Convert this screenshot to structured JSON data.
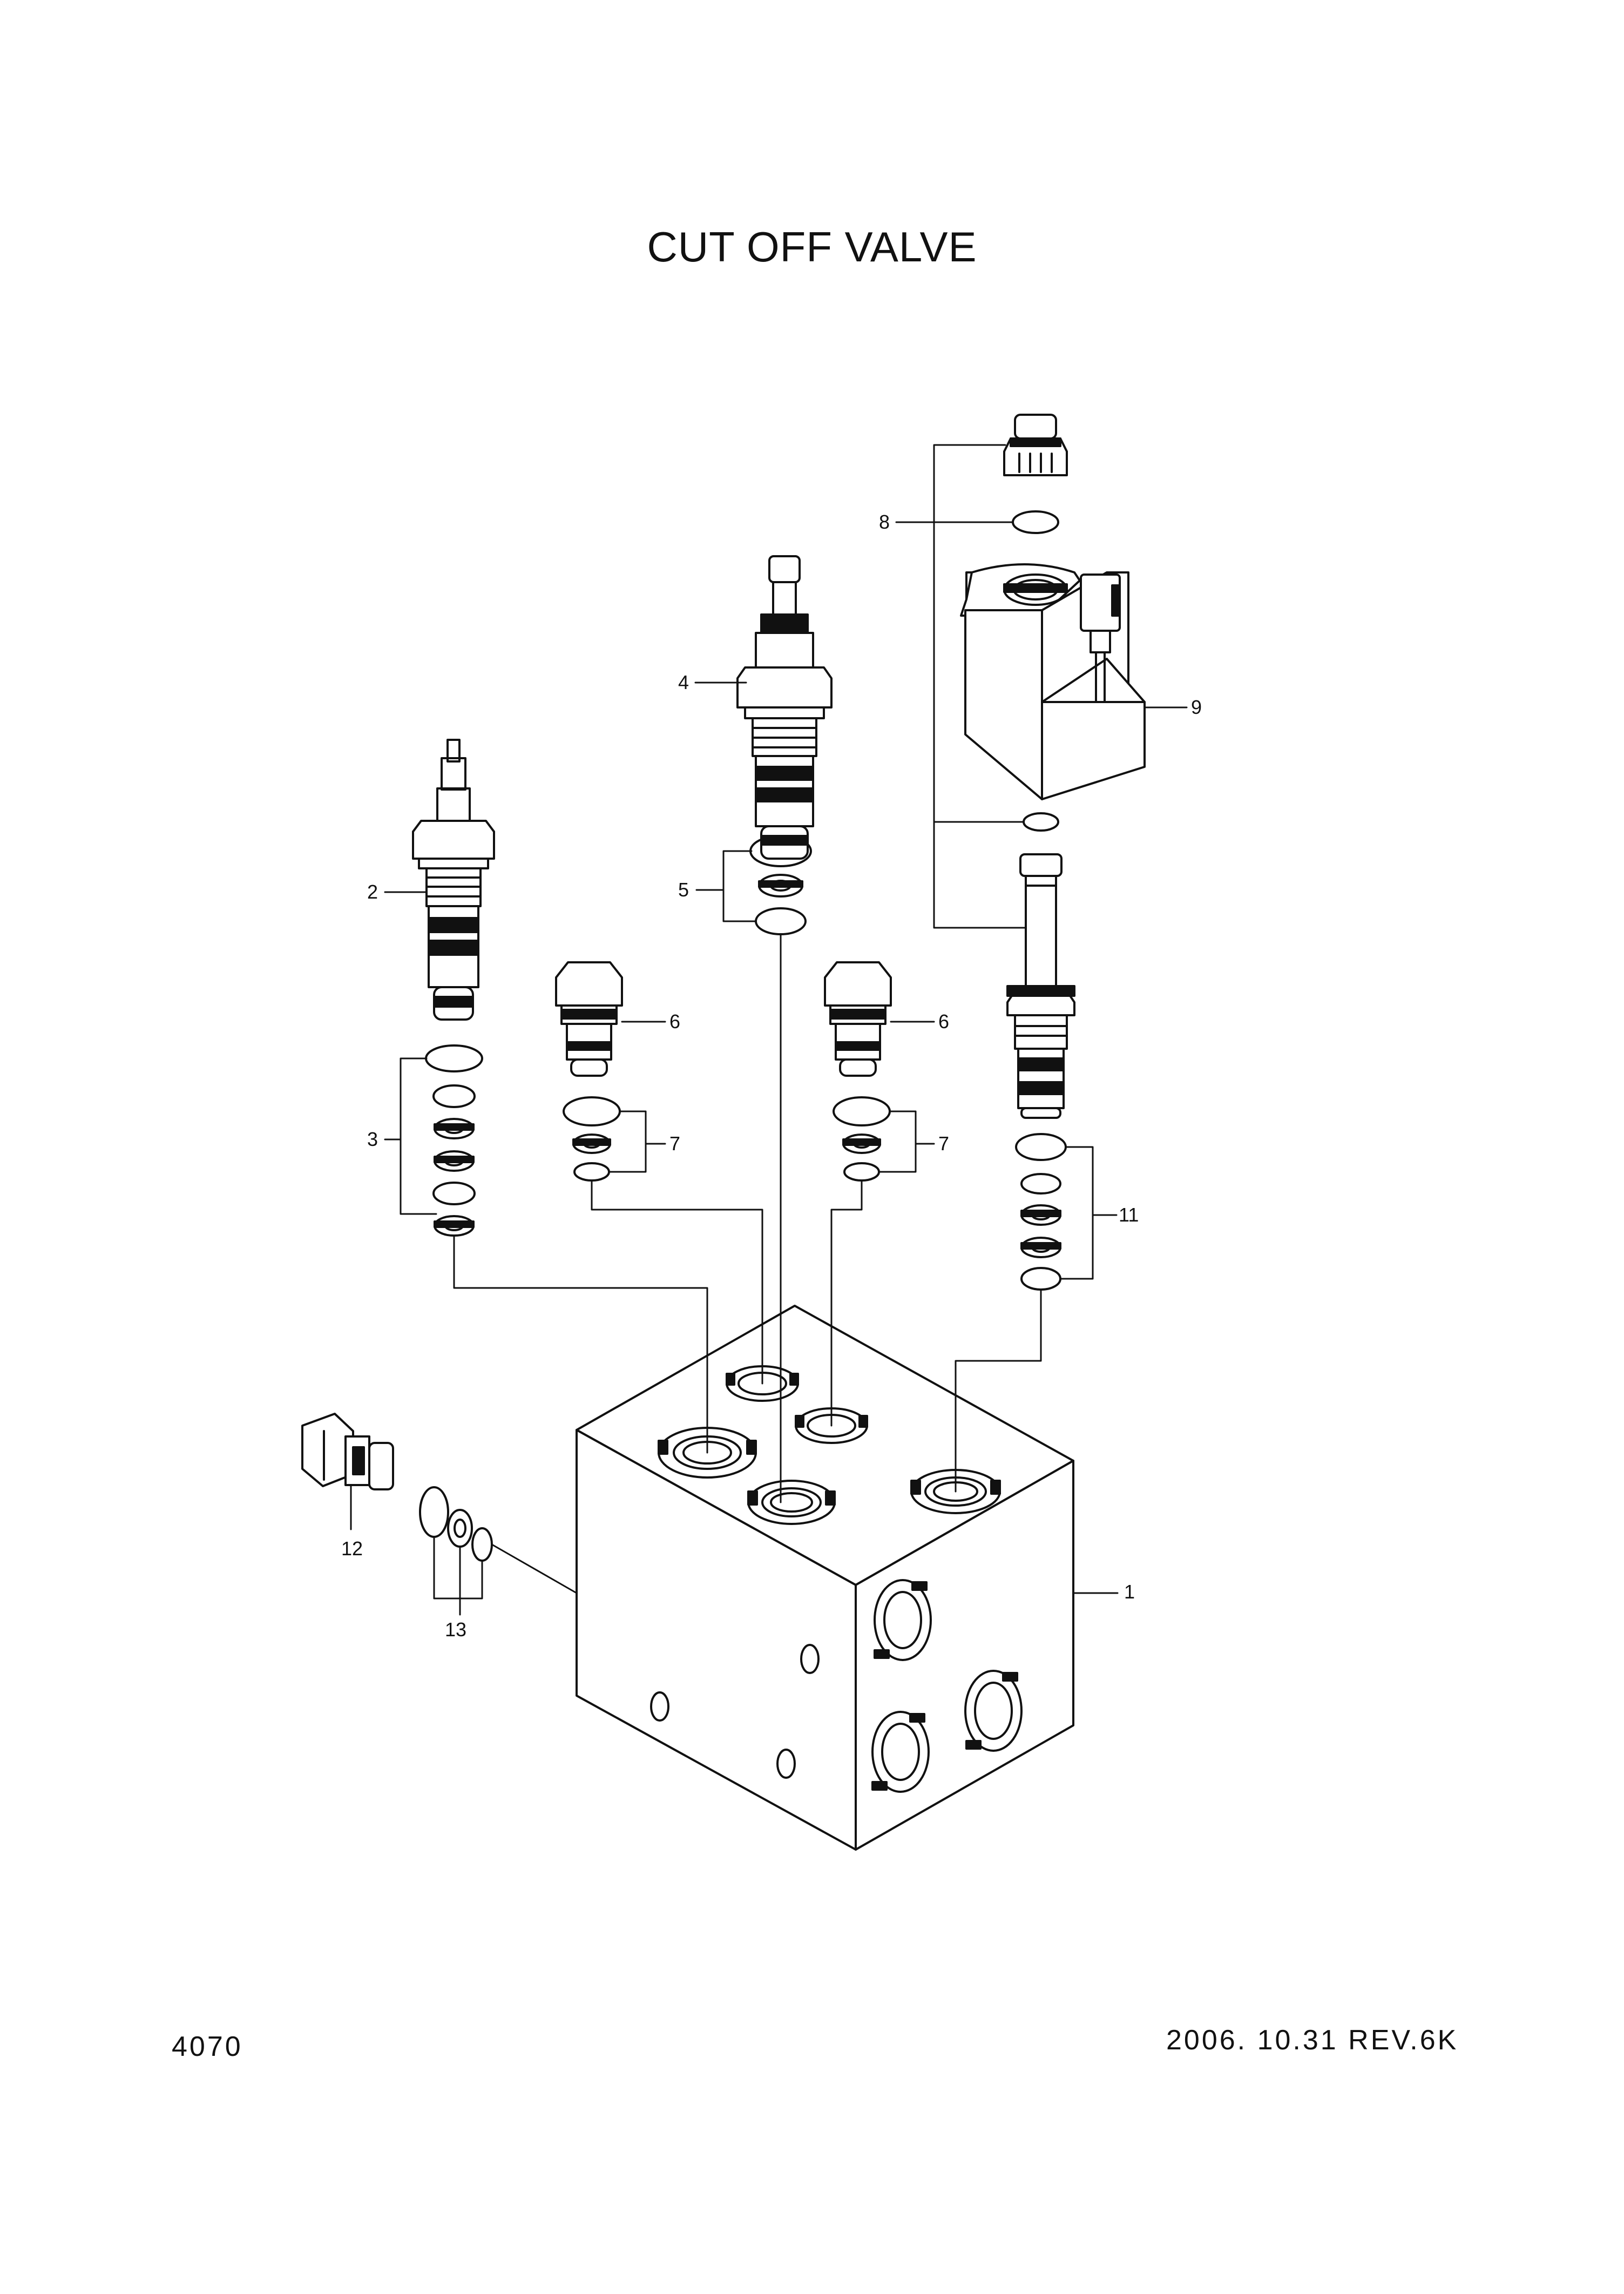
{
  "title": "CUT OFF VALVE",
  "page_number": "4070",
  "revision": "2006. 10.31  REV.6K",
  "callouts": [
    {
      "id": "c1",
      "label": "1",
      "part": "valve-block"
    },
    {
      "id": "c2",
      "label": "2",
      "part": "relief-valve-cartridge"
    },
    {
      "id": "c3",
      "label": "3",
      "part": "seal-kit"
    },
    {
      "id": "c4",
      "label": "4",
      "part": "relief-valve-cartridge"
    },
    {
      "id": "c5",
      "label": "5",
      "part": "seal-kit"
    },
    {
      "id": "c6a",
      "label": "6",
      "part": "plug"
    },
    {
      "id": "c6b",
      "label": "6",
      "part": "plug"
    },
    {
      "id": "c7a",
      "label": "7",
      "part": "seal-kit"
    },
    {
      "id": "c7b",
      "label": "7",
      "part": "seal-kit"
    },
    {
      "id": "c8",
      "label": "8",
      "part": "o-ring"
    },
    {
      "id": "c9",
      "label": "9",
      "part": "solenoid-coil"
    },
    {
      "id": "c11",
      "label": "11",
      "part": "seal-kit"
    },
    {
      "id": "c12",
      "label": "12",
      "part": "check-valve"
    },
    {
      "id": "c13",
      "label": "13",
      "part": "seal-kit"
    }
  ]
}
